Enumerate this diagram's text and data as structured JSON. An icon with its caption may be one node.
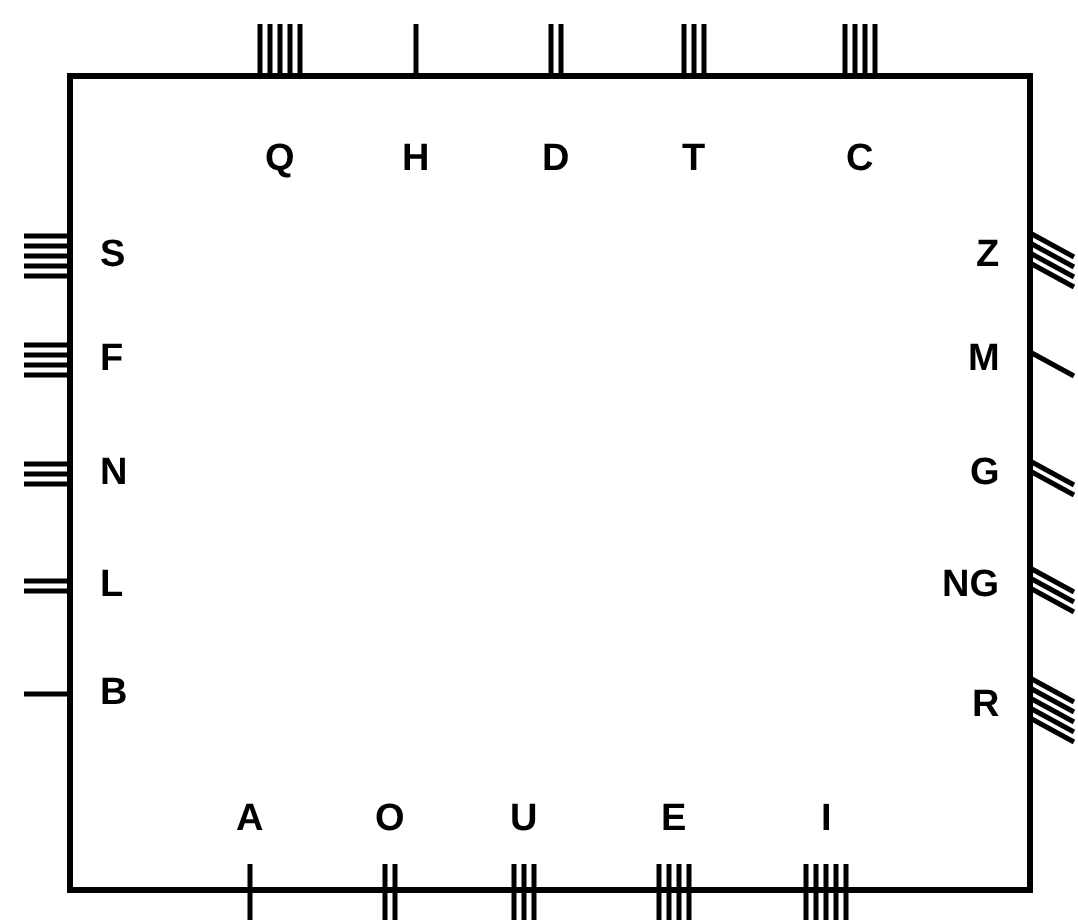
{
  "diagram": {
    "labels": [
      "Q",
      "H",
      "D",
      "T",
      "C",
      "S",
      "Z",
      "F",
      "M",
      "N",
      "G",
      "L",
      "NG",
      "B",
      "R",
      "A",
      "O",
      "U",
      "E",
      "I"
    ]
  }
}
